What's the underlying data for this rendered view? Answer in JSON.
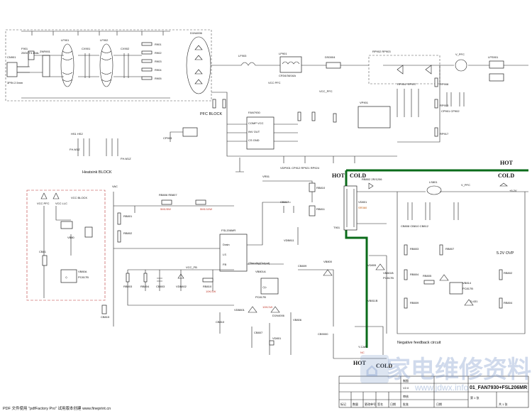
{
  "labels": {
    "hot_top": "HOT",
    "hot_mid": "HOT",
    "cold_mid_left": "COLD",
    "cold_mid_right": "COLD",
    "hot_bottom": "HOT",
    "cold_bottom": "COLD",
    "pfc_block": "PFC BLOCK",
    "heatsink_block": "Heatsink BLOCK",
    "vcc_block": "VCC BLOCK",
    "negative_feedback": "Negative feedback circuit",
    "output_5v2": "5.2V OVP",
    "vcc_pfc": "VCC PFC",
    "vcc_pfc_2": "VCC_PFC",
    "vcc_llc": "VCC LLC",
    "standby": "(Standby|Output)",
    "v_pfc": "V_PFC",
    "out_5v": "+5.2V",
    "ic_pfc": "FAN7930",
    "ic_pwm": "FSL206MR",
    "optocoupler": "PC817B",
    "ref": "TL431",
    "diode_bridge": "D1N4006",
    "transformer": "T901"
  },
  "parts_red": [
    "5M1/5W",
    "5M1/10W",
    "10K/1W",
    "10K/1W",
    "NC"
  ],
  "title_block": {
    "title": "01_FAN7930+FSL206MR",
    "rev": "V2.0",
    "rows": [
      "制图",
      "审核",
      "批准",
      "日期"
    ],
    "cols": [
      "标记",
      "数量",
      "更改单号",
      "签名",
      "日期"
    ],
    "sheet": "第 1 张",
    "total": "共 1 张"
  },
  "watermark": {
    "cn": "家电维修资料网",
    "url": "www.jdwx.info"
  },
  "footer_text": "PDF 文件使用 \"pdfFactory Pro\" 试用版本创建 www.fineprint.cn",
  "colors": {
    "isolation_line": "#0a6b1a",
    "watermark": "#7896c8"
  }
}
